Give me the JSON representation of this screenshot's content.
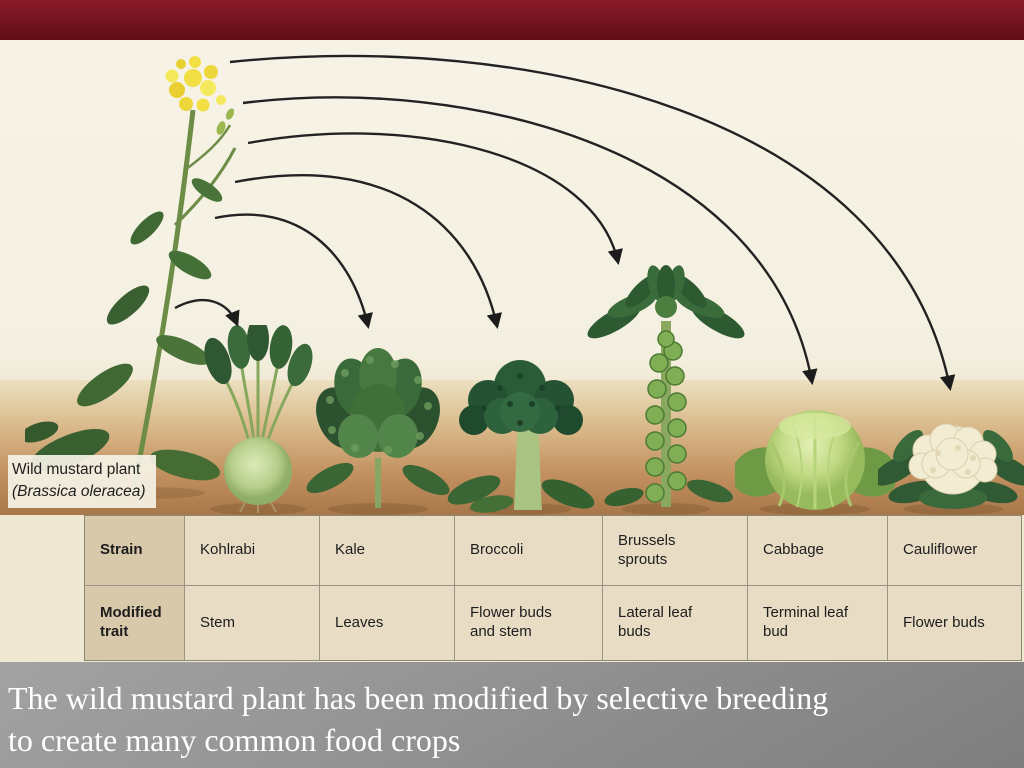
{
  "colors": {
    "top_bar": "#7a1420",
    "caption_text": "#ffffff",
    "figure_background": "#f4f0e1",
    "soil": "#b5824f",
    "table_background": "#e8dcc4"
  },
  "figure": {
    "wild_mustard_label": {
      "line1": "Wild mustard plant",
      "line2": "(Brassica oleracea)"
    }
  },
  "table": {
    "row_headers": {
      "strain": "Strain",
      "trait": "Modified trait"
    },
    "columns": [
      {
        "strain": "Kohlrabi",
        "trait": "Stem"
      },
      {
        "strain": "Kale",
        "trait": "Leaves"
      },
      {
        "strain": "Broccoli",
        "trait": "Flower buds and stem"
      },
      {
        "strain": "Brussels sprouts",
        "trait": "Lateral leaf buds"
      },
      {
        "strain": "Cabbage",
        "trait": "Terminal leaf bud"
      },
      {
        "strain": "Cauliflower",
        "trait": "Flower buds"
      }
    ]
  },
  "caption": {
    "line1": "The wild mustard plant has been modified by selective breeding",
    "line2": "to create many common food crops"
  }
}
